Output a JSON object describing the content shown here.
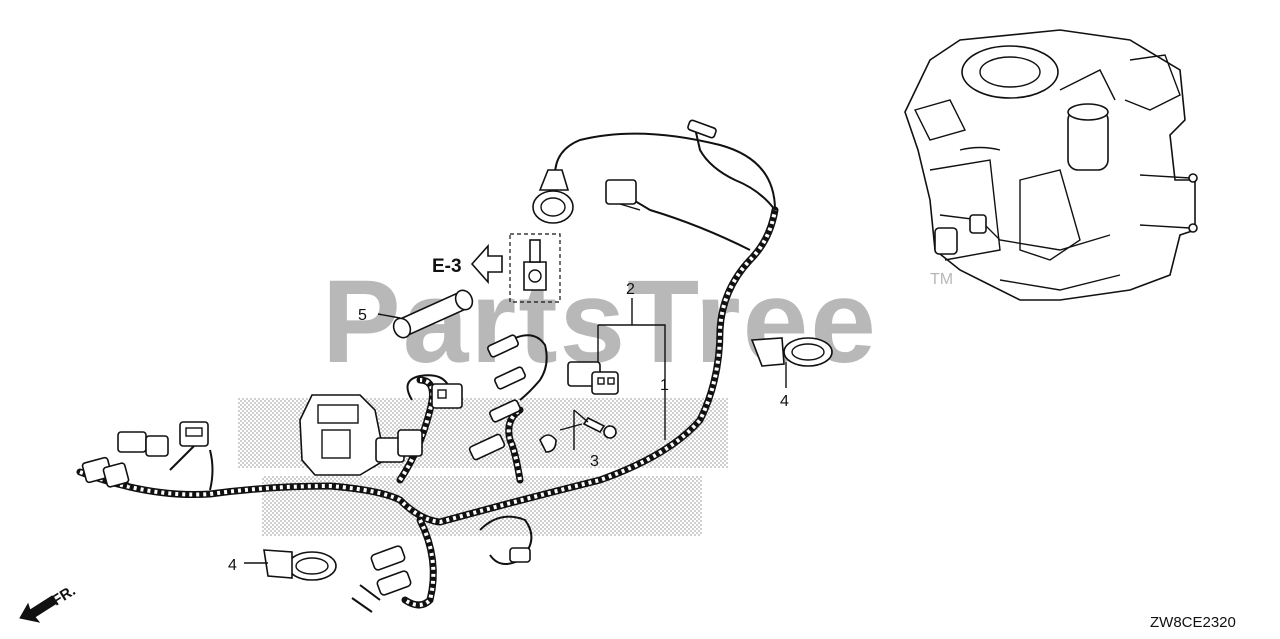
{
  "diagram": {
    "watermark": {
      "brand": "PartsTree",
      "trademark": "TM"
    },
    "callouts": [
      {
        "id": "1",
        "label": "1"
      },
      {
        "id": "2",
        "label": "2"
      },
      {
        "id": "3",
        "label": "3"
      },
      {
        "id": "4a",
        "label": "4"
      },
      {
        "id": "4b",
        "label": "4"
      },
      {
        "id": "5",
        "label": "5"
      }
    ],
    "reference": {
      "label": "E-3"
    },
    "direction": {
      "label": "FR."
    },
    "diagram_code": "ZW8CE2320"
  }
}
